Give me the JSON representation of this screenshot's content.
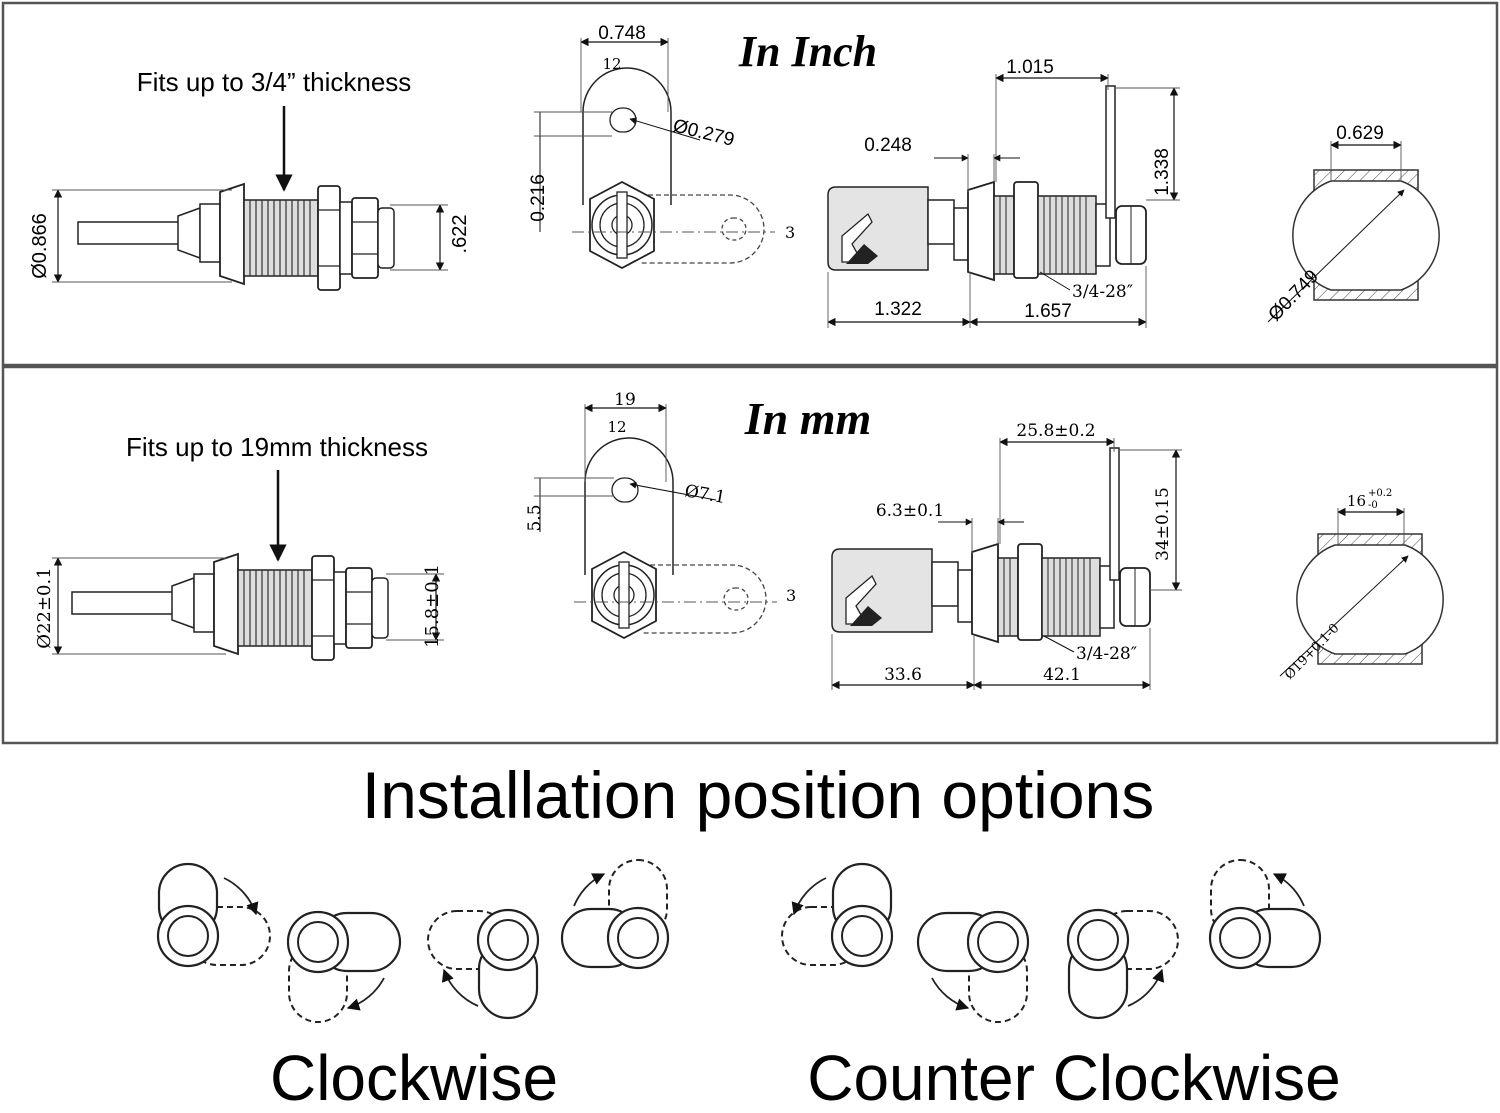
{
  "panel_inch": {
    "title": "In Inch",
    "fits_note": "Fits up to 3/4” thickness",
    "dims": {
      "body_diameter": "Ø0.866",
      "nut_height": ".622",
      "cam_width": "0.748",
      "cam_inner": "12",
      "slot_diameter": "Ø0.279",
      "cam_offset": "0.216",
      "position_mark": "3",
      "cam_length": "1.015",
      "flange": "0.248",
      "cam_height": "1.338",
      "thread": "3/4-28″",
      "key_length": "1.322",
      "body_length": "1.657",
      "hole_flat": "0.629",
      "hole_diameter": "Ø0.749"
    }
  },
  "panel_mm": {
    "title": "In mm",
    "fits_note": "Fits up to 19mm thickness",
    "dims": {
      "body_diameter": "Ø22±0.1",
      "nut_height": "15.8±0.1",
      "cam_width": "19",
      "cam_inner": "12",
      "slot_diameter": "Ø7.1",
      "cam_offset": "5.5",
      "position_mark": "3",
      "cam_length": "25.8±0.2",
      "flange": "6.3±0.1",
      "cam_height": "34±0.15",
      "thread": "3/4-28″",
      "key_length": "33.6",
      "body_length": "42.1",
      "hole_flat_base": "16",
      "hole_flat_tol_upper": "+0.2",
      "hole_flat_tol_lower": "-0",
      "hole_diameter": "Ø19+0.1-0"
    }
  },
  "installation": {
    "heading": "Installation position options",
    "clockwise_label": "Clockwise",
    "counter_clockwise_label": "Counter Clockwise"
  }
}
